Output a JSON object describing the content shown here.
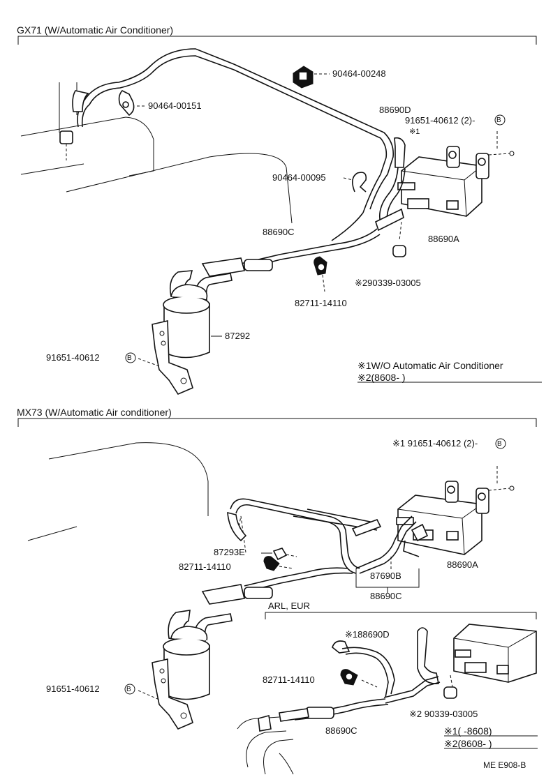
{
  "sections": [
    {
      "header": "GX71  (W/Automatic Air Conditioner)",
      "labels": {
        "p_90464_00248": "90464-00248",
        "p_90464_00151": "90464-00151",
        "p_88690D": "88690D",
        "p_91651_40612_2": "91651-40612  (2)-",
        "p_note1": "※1",
        "p_90464_00095": "90464-00095",
        "p_88690C": "88690C",
        "p_88690A": "88690A",
        "p_290339": "※290339-03005",
        "p_82711": "82711-14110",
        "p_87292": "87292",
        "p_91651_40612": "91651-40612"
      },
      "notes": [
        "※1W/O Automatic Air Conditioner",
        "※2(8608-          )"
      ]
    },
    {
      "header": "MX73  (W/Automatic Air  conditioner)",
      "labels": {
        "p_91651_40612_2": "※1 91651-40612  (2)-",
        "p_87293E": "87293E",
        "p_82711": "82711-14110",
        "p_88690A": "88690A",
        "p_87690B": "87690B",
        "p_88690C": "88690C",
        "p_91651_40612": "91651-40612"
      },
      "sub": {
        "header": "ARL, EUR",
        "labels": {
          "p_88690D": "※188690D",
          "p_82711": "82711-14110",
          "p_90339": "※2 90339-03005",
          "p_88690C": "88690C"
        },
        "notes": [
          "※1(          -8608)",
          "※2(8608-          )"
        ]
      }
    }
  ],
  "circled_letter": "B",
  "footer_code": "ME E908-B"
}
